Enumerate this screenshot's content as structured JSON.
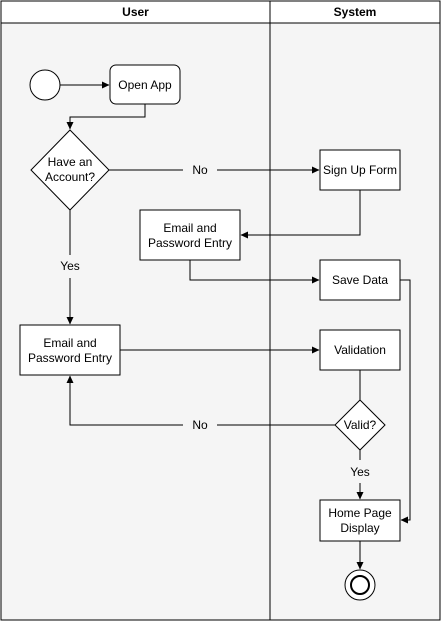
{
  "diagram": {
    "type": "swimlane-activity-diagram",
    "lanes": [
      {
        "id": "user",
        "title": "User"
      },
      {
        "id": "system",
        "title": "System"
      }
    ],
    "nodes": {
      "start": {
        "kind": "start",
        "lane": "user"
      },
      "open_app": {
        "kind": "action",
        "lane": "user",
        "lines": [
          "Open App"
        ]
      },
      "have_account": {
        "kind": "decision",
        "lane": "user",
        "lines": [
          "Have an",
          "Account?"
        ]
      },
      "signup_form": {
        "kind": "action",
        "lane": "system",
        "lines": [
          "Sign Up Form"
        ]
      },
      "email_entry_signup": {
        "kind": "action",
        "lane": "user",
        "lines": [
          "Email and",
          "Password Entry"
        ]
      },
      "save_data": {
        "kind": "action",
        "lane": "system",
        "lines": [
          "Save Data"
        ]
      },
      "email_entry_login": {
        "kind": "action",
        "lane": "user",
        "lines": [
          "Email and",
          "Password Entry"
        ]
      },
      "validation": {
        "kind": "action",
        "lane": "system",
        "lines": [
          "Validation"
        ]
      },
      "valid": {
        "kind": "decision",
        "lane": "system",
        "lines": [
          "Valid?"
        ]
      },
      "home_page": {
        "kind": "action",
        "lane": "system",
        "lines": [
          "Home Page",
          "Display"
        ]
      },
      "end": {
        "kind": "end",
        "lane": "system"
      }
    },
    "edges": [
      {
        "from": "start",
        "to": "open_app",
        "label": ""
      },
      {
        "from": "open_app",
        "to": "have_account",
        "label": ""
      },
      {
        "from": "have_account",
        "to": "signup_form",
        "label": "No"
      },
      {
        "from": "have_account",
        "to": "email_entry_login",
        "label": "Yes"
      },
      {
        "from": "signup_form",
        "to": "email_entry_signup",
        "label": ""
      },
      {
        "from": "email_entry_signup",
        "to": "save_data",
        "label": ""
      },
      {
        "from": "save_data",
        "to": "home_page",
        "label": ""
      },
      {
        "from": "email_entry_login",
        "to": "validation",
        "label": ""
      },
      {
        "from": "validation",
        "to": "valid",
        "label": ""
      },
      {
        "from": "valid",
        "to": "email_entry_login",
        "label": "No"
      },
      {
        "from": "valid",
        "to": "home_page",
        "label": "Yes"
      },
      {
        "from": "home_page",
        "to": "end",
        "label": ""
      }
    ]
  },
  "colors": {
    "line": "#000000",
    "lane_header_bg": "#ffffff",
    "lane_body_bg": "#f5f5f5",
    "node_fill": "#ffffff"
  }
}
